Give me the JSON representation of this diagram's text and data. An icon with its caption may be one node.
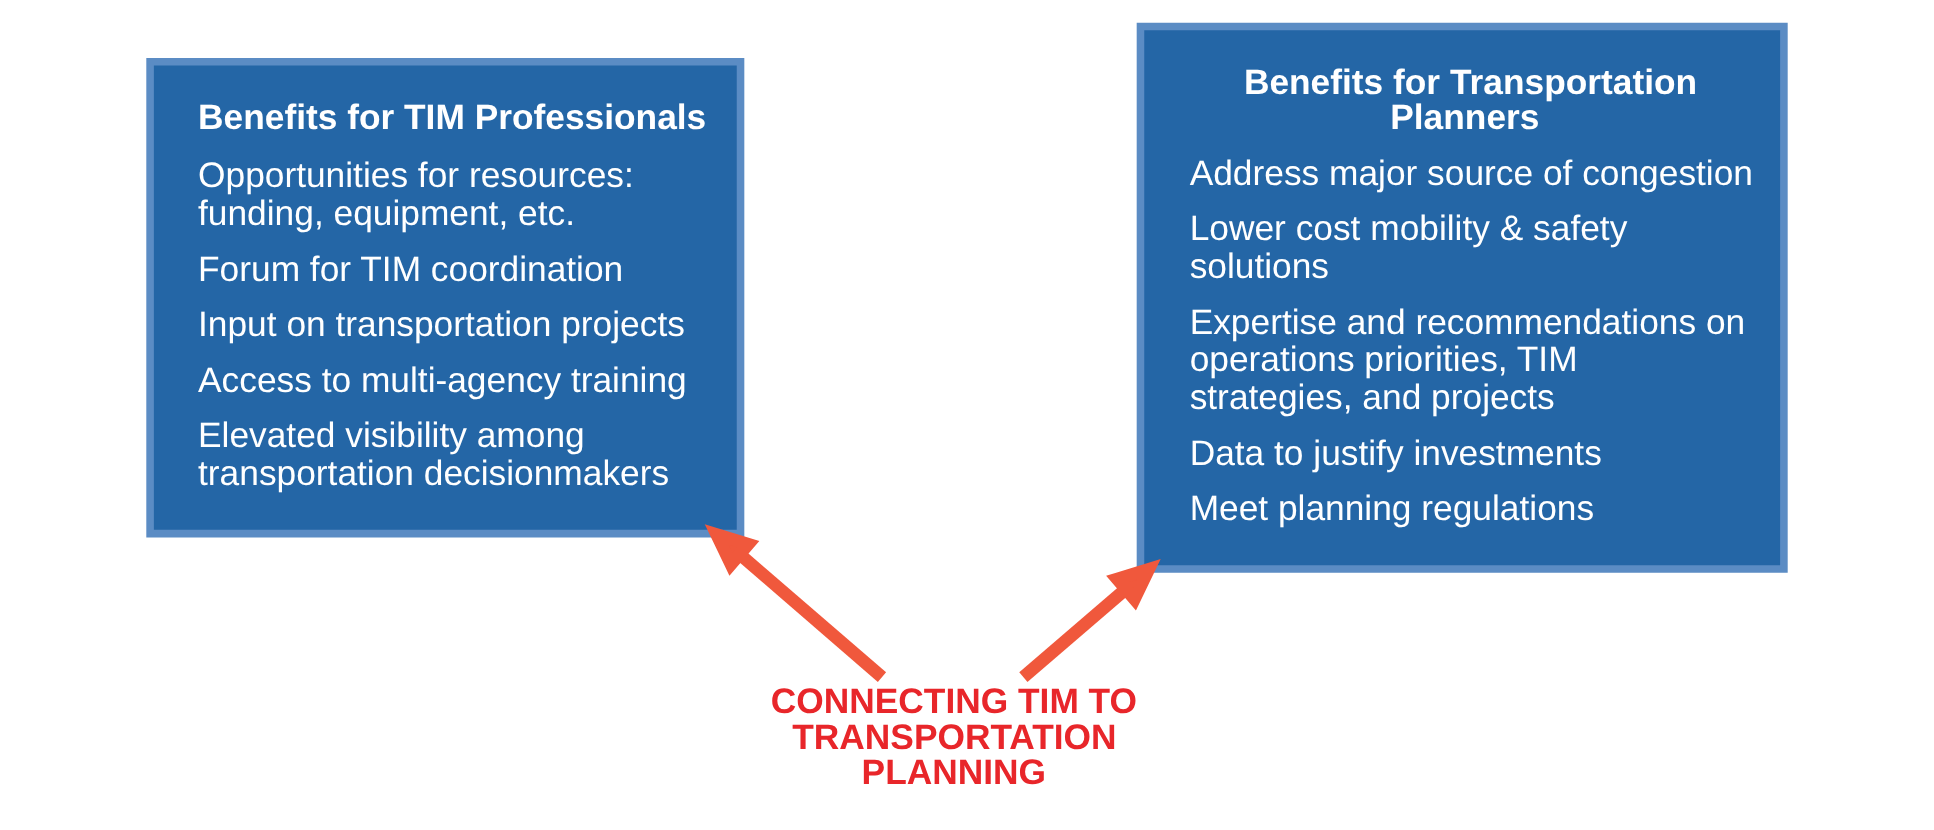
{
  "diagram": {
    "nodes": [
      {
        "text": [
          "Benefits for TIM Professionals",
          "Opportunities for resources: funding, equipment, etc.",
          "Forum for TIM coordination",
          "Input on transportation projects",
          "Access to multi-agency training",
          "Elevated visibility among transportation decisionmakers"
        ]
      },
      {
        "text": [
          "Benefits for Transportation Planners",
          "Address major source of congestion",
          "Lower cost mobility & safety solutions",
          "Expertise and recommendations on operations priorities, TIM strategies, and projects",
          "Data to justify investments",
          "Meet planning regulations"
        ]
      },
      {
        "text": [
          "CONNECTING TIM TO TRANSPORTATION PLANNING"
        ]
      }
    ],
    "edges": [
      {
        "from": 2,
        "to": 0,
        "arrow": "to",
        "color": "#f0583c"
      },
      {
        "from": 2,
        "to": 1,
        "arrow": "to",
        "color": "#f0583c"
      }
    ]
  }
}
